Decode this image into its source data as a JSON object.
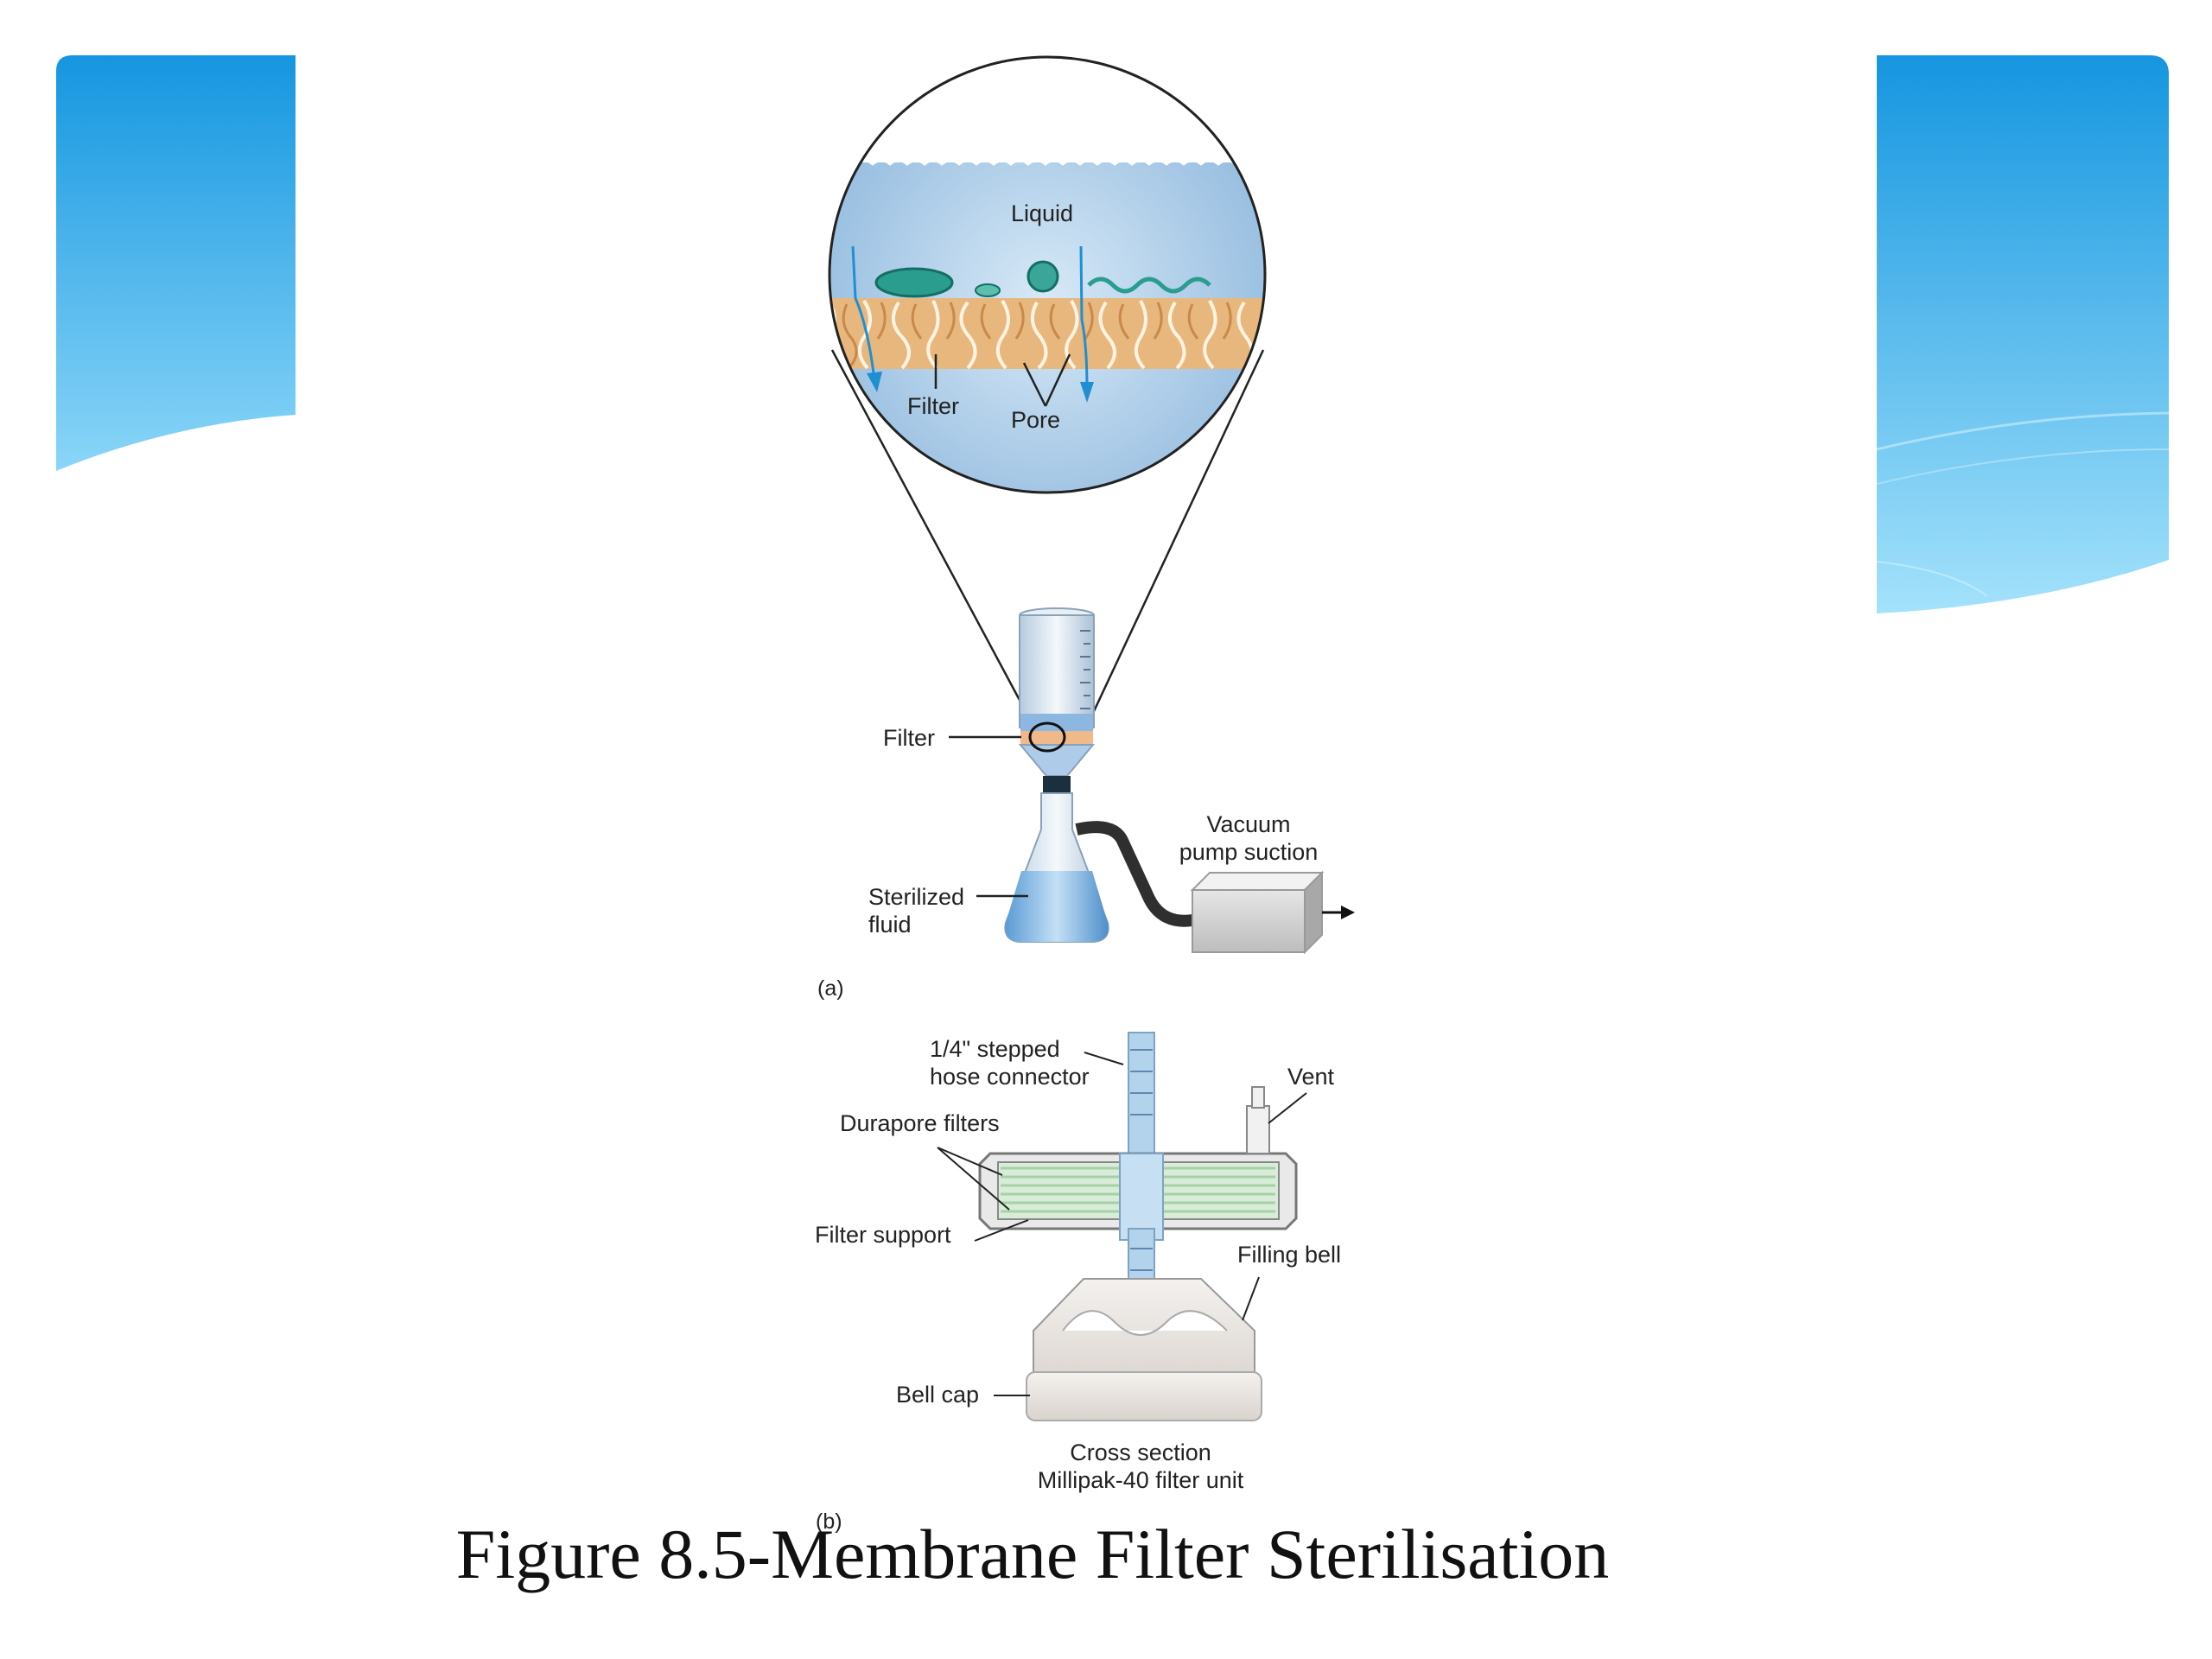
{
  "slide": {
    "caption": "Figure 8.5-Membrane Filter Sterilisation",
    "accent_blue_dark": "#1596e0",
    "accent_blue_light": "#8ad6f8"
  },
  "figure": {
    "panel_a": {
      "magnified_view": {
        "liquid_label": "Liquid",
        "filter_label": "Filter",
        "pore_label": "Pore"
      },
      "apparatus": {
        "filter_label": "Filter",
        "vacuum_label_line1": "Vacuum",
        "vacuum_label_line2": "pump suction",
        "fluid_label_line1": "Sterilized",
        "fluid_label_line2": "fluid"
      },
      "panel_letter": "(a)"
    },
    "panel_b": {
      "hose_label_line1": "1/4\" stepped",
      "hose_label_line2": "hose connector",
      "vent_label": "Vent",
      "durapore_label": "Durapore filters",
      "support_label": "Filter support",
      "filling_bell_label": "Filling bell",
      "bell_cap_label": "Bell cap",
      "cross_section_line1": "Cross section",
      "cross_section_line2": "Millipak-40 filter unit",
      "panel_letter": "(b)"
    }
  }
}
